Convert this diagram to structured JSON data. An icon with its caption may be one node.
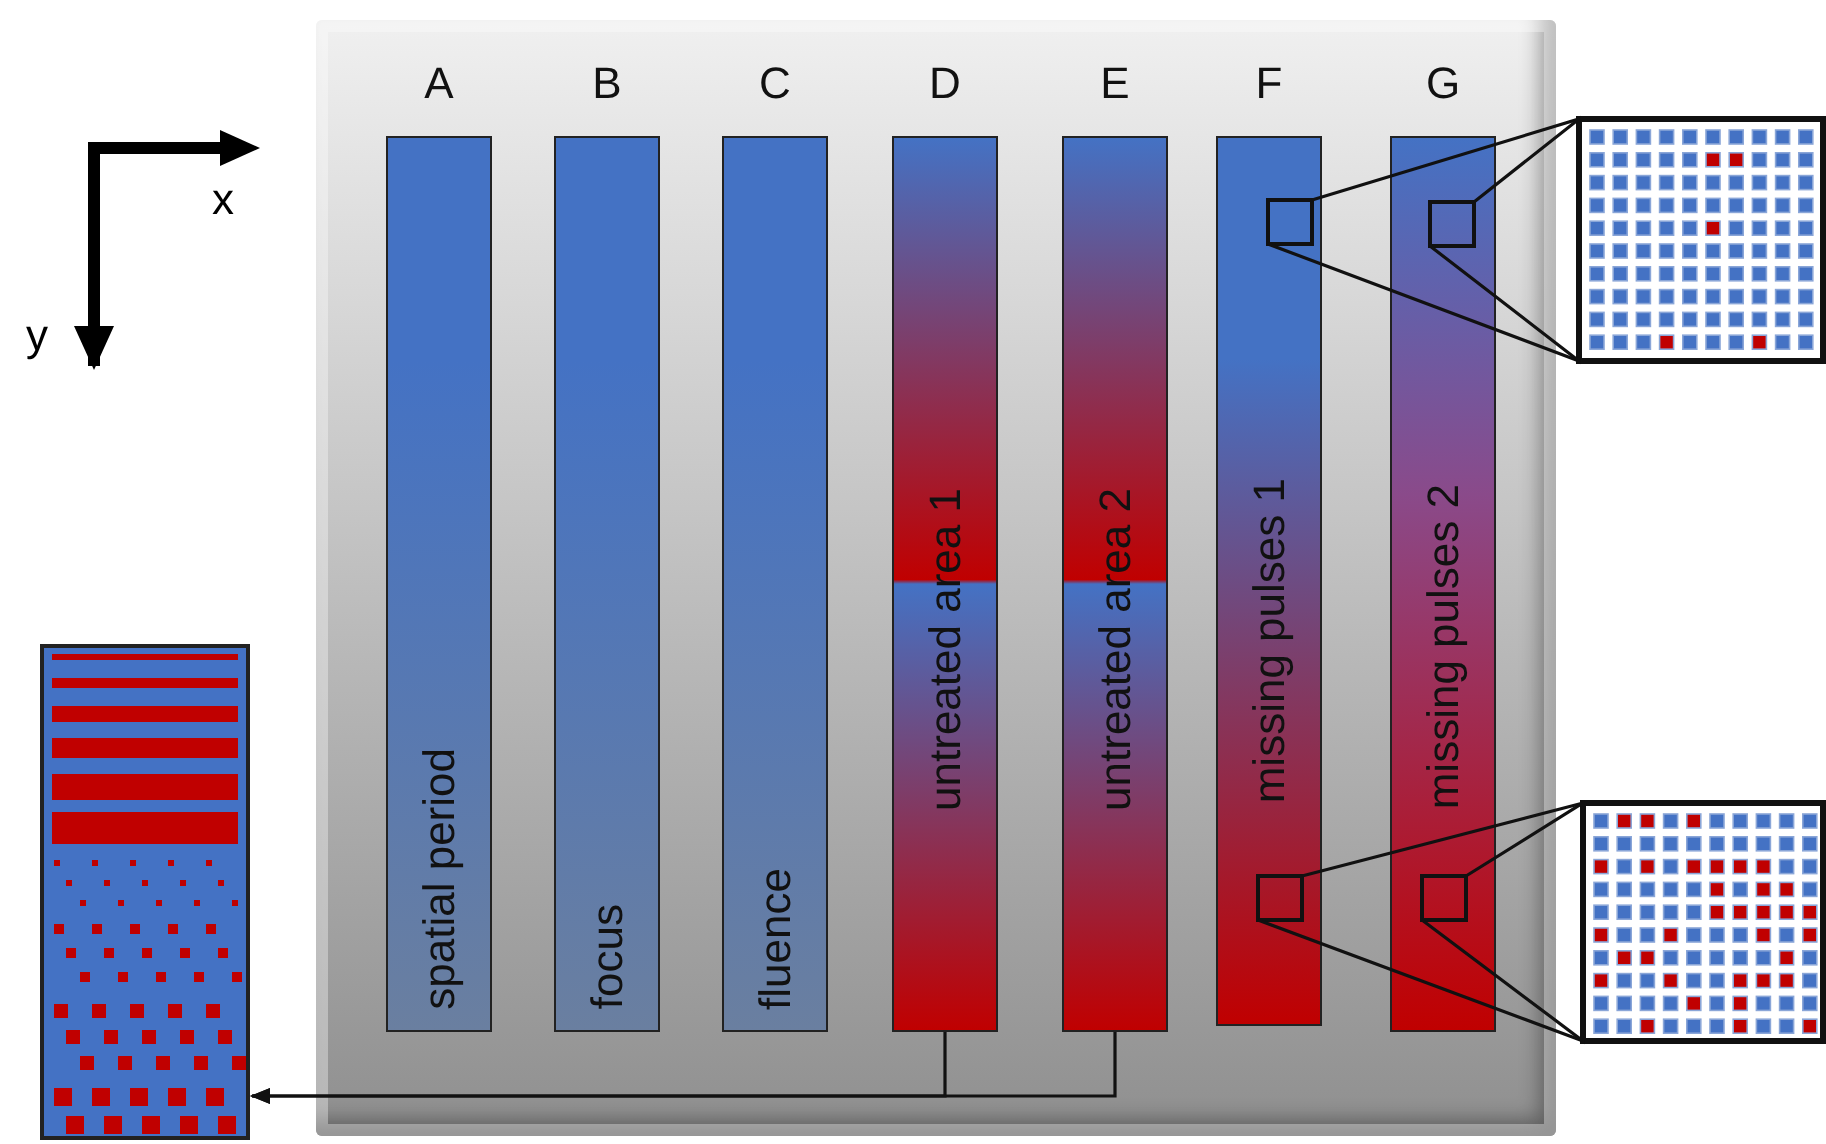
{
  "diagram": {
    "nodes": [
      {
        "text": [],
        "shape": "box"
      },
      {
        "text": [
          "A",
          "spatial period"
        ],
        "in": 0
      },
      {
        "text": [
          "B",
          "focus"
        ],
        "in": 0
      },
      {
        "text": [
          "C",
          "fluence"
        ],
        "in": 0
      },
      {
        "text": [
          "D",
          "untreated area 1"
        ],
        "in": 0
      },
      {
        "text": [
          "E",
          "untreated area 2"
        ],
        "in": 0
      },
      {
        "text": [
          "F",
          "missing pulses 1"
        ],
        "in": 0
      },
      {
        "text": [
          "G",
          "missing pulses 2"
        ],
        "in": 0
      },
      {
        "text": [],
        "shape": "box",
        "in": 6
      },
      {
        "text": [],
        "shape": "box",
        "in": 7
      },
      {
        "text": [],
        "shape": "box",
        "in": 6
      },
      {
        "text": [],
        "shape": "box",
        "in": 7
      },
      {
        "text": [],
        "shape": "box"
      },
      {
        "text": [],
        "shape": "box"
      },
      {
        "text": [],
        "shape": "box"
      }
    ],
    "edges": [
      {
        "from": 4,
        "to": 14,
        "arrow": "to"
      },
      {
        "from": 5,
        "to": 14,
        "arrow": "to"
      },
      {
        "from": 8,
        "to": 12,
        "arrow": "none"
      },
      {
        "from": 9,
        "to": 12,
        "arrow": "none"
      },
      {
        "from": 10,
        "to": 13,
        "arrow": "none"
      },
      {
        "from": 11,
        "to": 13,
        "arrow": "none"
      }
    ],
    "labels": [
      "x",
      "y"
    ]
  }
}
